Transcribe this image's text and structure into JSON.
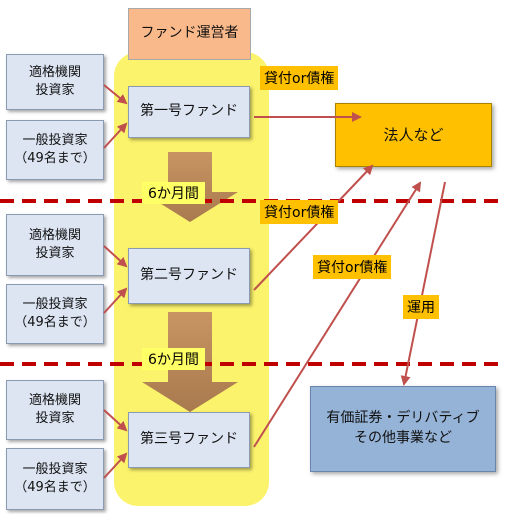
{
  "operator": "ファンド運営者",
  "funds": [
    {
      "name": "第一号ファンド",
      "qualified_investor": "適格機関\n投資家",
      "general_investor": "一般投資家\n（49名まで）",
      "flow_label": "貸付or債権"
    },
    {
      "name": "第二号ファンド",
      "qualified_investor": "適格機関\n投資家",
      "general_investor": "一般投資家\n（49名まで）",
      "flow_label": "貸付or債権"
    },
    {
      "name": "第三号ファンド",
      "qualified_investor": "適格機関\n投資家",
      "general_investor": "一般投資家\n（49名まで）",
      "flow_label": "貸付or債権"
    }
  ],
  "interval_labels": [
    "6か月間",
    "6か月間"
  ],
  "corporation": "法人など",
  "management_label": "運用",
  "securities": "有価証券・デリバティブ\nその他事業など",
  "colors": {
    "investor_fill": "#dde5f3",
    "operator_fill": "#f9b98a",
    "corporation_fill": "#ffc000",
    "securities_fill": "#95b3d7",
    "highlight": "#fbf36c",
    "arrow_red": "#c0504d",
    "dashed_divider": "#c00000",
    "big_arrow": "#c0935c"
  }
}
